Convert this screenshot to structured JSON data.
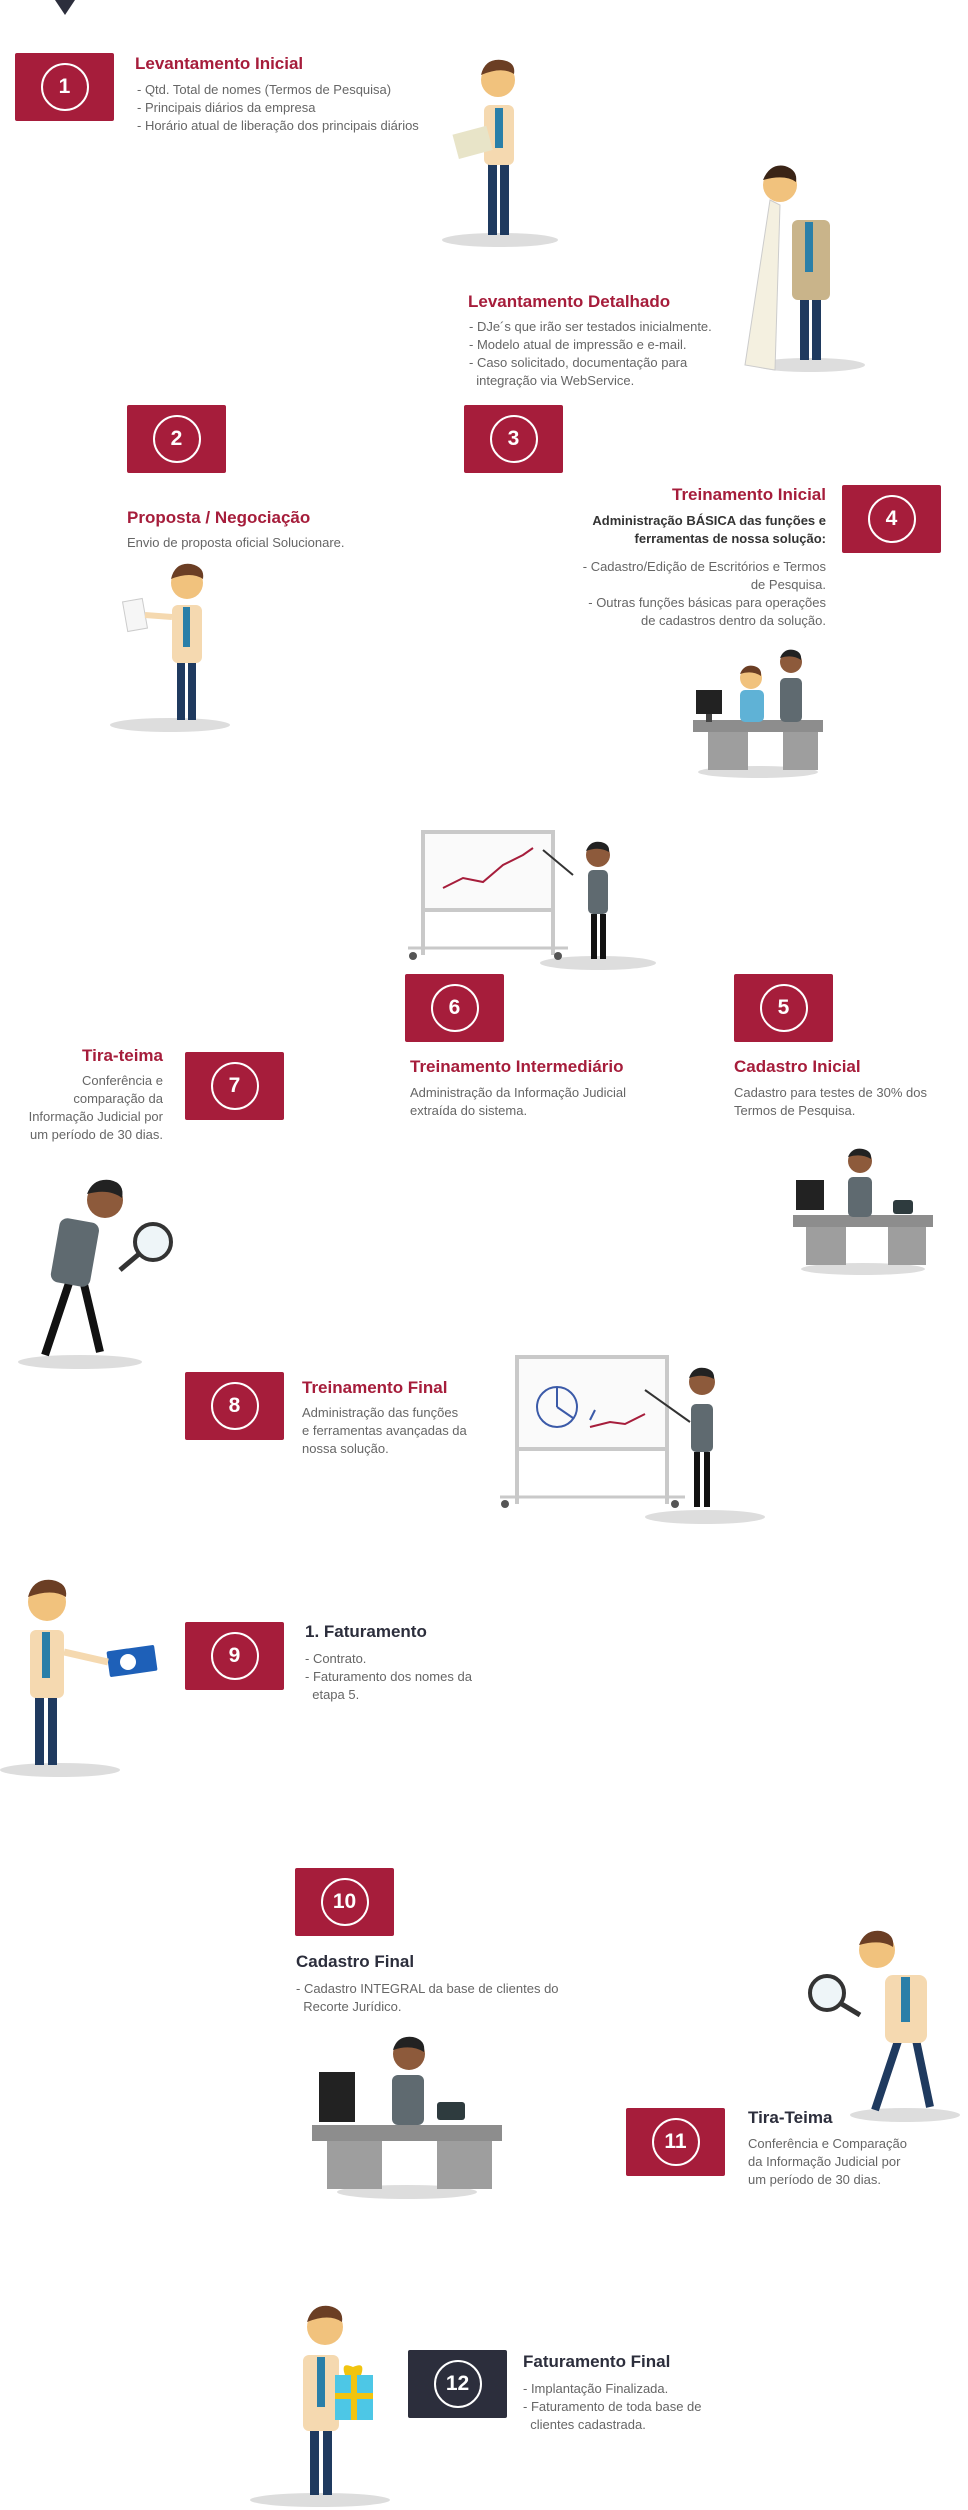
{
  "steps": [
    {
      "number": "1",
      "title": "Levantamento Inicial",
      "lines": [
        "- Qtd. Total de nomes (Termos de Pesquisa)",
        "- Principais diários da empresa",
        "- Horário atual de liberação dos principais diários"
      ]
    },
    {
      "number": "2",
      "title": "Proposta / Negociação",
      "lines": [
        "Envio de proposta oficial Solucionare."
      ]
    },
    {
      "number": "3",
      "title": "Levantamento Detalhado",
      "lines": [
        "- DJe´s que irão ser testados inicialmente.",
        "- Modelo atual de impressão e e-mail.",
        "- Caso solicitado, documentação para",
        "  integração via WebService."
      ]
    },
    {
      "number": "4",
      "title": "Treinamento Inicial",
      "subtitle": [
        "Administração BÁSICA das funções e",
        "ferramentas de nossa solução:"
      ],
      "lines": [
        "- Cadastro/Edição de Escritórios e Termos",
        "de Pesquisa.",
        "- Outras funções básicas para operações",
        "de cadastros dentro da solução."
      ]
    },
    {
      "number": "5",
      "title": "Cadastro Inicial",
      "lines": [
        "Cadastro para testes de 30% dos",
        "Termos de Pesquisa."
      ]
    },
    {
      "number": "6",
      "title": "Treinamento Intermediário",
      "lines": [
        "Administração da Informação Judicial",
        "extraída do sistema."
      ]
    },
    {
      "number": "7",
      "title": "Tira-teima",
      "lines": [
        "Conferência e",
        "comparação da",
        "Informação Judicial por",
        "um período de 30 dias."
      ]
    },
    {
      "number": "8",
      "title": "Treinamento Final",
      "lines": [
        "Administração das funções",
        "e ferramentas avançadas da",
        "nossa solução."
      ]
    },
    {
      "number": "9",
      "title": "1. Faturamento",
      "lines": [
        "- Contrato.",
        "- Faturamento dos nomes da",
        "  etapa 5."
      ]
    },
    {
      "number": "10",
      "title": "Cadastro Final",
      "lines": [
        "- Cadastro INTEGRAL da base de clientes do",
        "  Recorte Jurídico."
      ]
    },
    {
      "number": "11",
      "title": "Tira-Teima",
      "lines": [
        "Conferência e Comparação",
        "da Informação Judicial por",
        "um período de 30 dias."
      ]
    },
    {
      "number": "12",
      "title": "Faturamento Final",
      "lines": [
        "- Implantação Finalizada.",
        "- Faturamento de toda base de",
        "  clientes cadastrada."
      ]
    }
  ],
  "colors": {
    "accent": "#a61d3b",
    "final_badge": "#2c2e3c",
    "body_text": "#666666"
  }
}
